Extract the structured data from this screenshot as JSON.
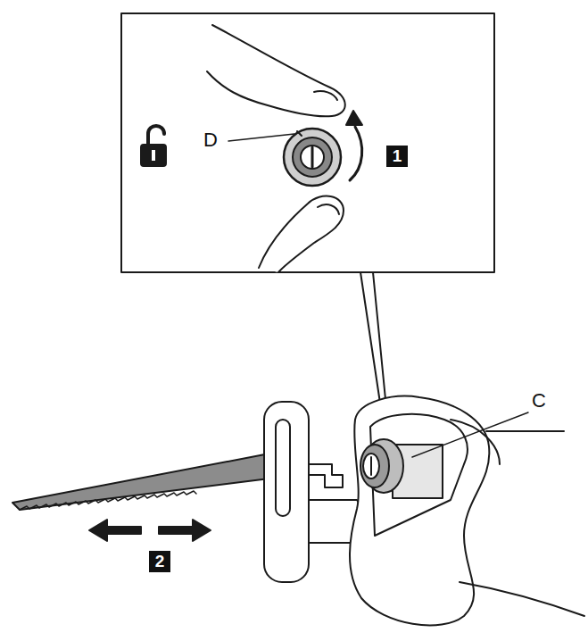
{
  "diagram": {
    "labels": [
      "D",
      "1",
      "C",
      "2"
    ]
  }
}
